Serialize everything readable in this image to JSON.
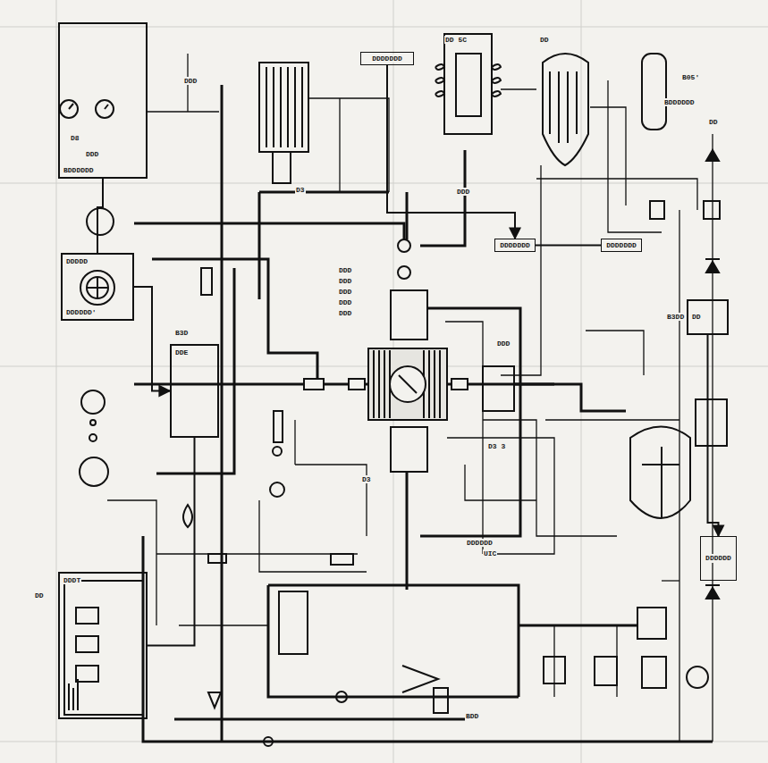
{
  "diagram": {
    "nodes": [
      {
        "text": [
          "DDDDDDD"
        ]
      },
      {
        "text": [
          "BDDDDDD"
        ]
      },
      {
        "text": [
          "DDDDD",
          "DDDDDD'"
        ]
      },
      {
        "text": [
          "DDE"
        ]
      },
      {
        "text": [
          "DDDDDDD"
        ]
      },
      {
        "text": [
          "DDDDDDD"
        ]
      },
      {
        "text": [
          "DD"
        ]
      },
      {
        "text": [
          "DDDDDD"
        ]
      },
      {
        "text": [
          "DDDT"
        ]
      }
    ],
    "edges": [
      {
        "from": 2,
        "to": 3,
        "arrow": "to"
      },
      {
        "from": 1,
        "to": 2,
        "arrow": "none"
      },
      {
        "from": 4,
        "to": 5,
        "arrow": "none"
      },
      {
        "from": 6,
        "to": 7,
        "arrow": "to"
      },
      {
        "from": 3,
        "to": 8,
        "arrow": "none"
      },
      {
        "from": 0,
        "to": 4,
        "arrow": "to"
      }
    ],
    "labels": [
      "DD 5C",
      "DD",
      "B05'",
      "BDDDDDD",
      "DD",
      "DDD",
      "D3",
      "DDD",
      "D8",
      "DDD",
      "DDD",
      "DDD",
      "DDD",
      "DDD",
      "D3 3",
      "B3DD",
      "DDDDDD",
      "UIC",
      "D3",
      "BDD",
      "DD",
      "DDD",
      "B3D",
      "DDD"
    ]
  }
}
